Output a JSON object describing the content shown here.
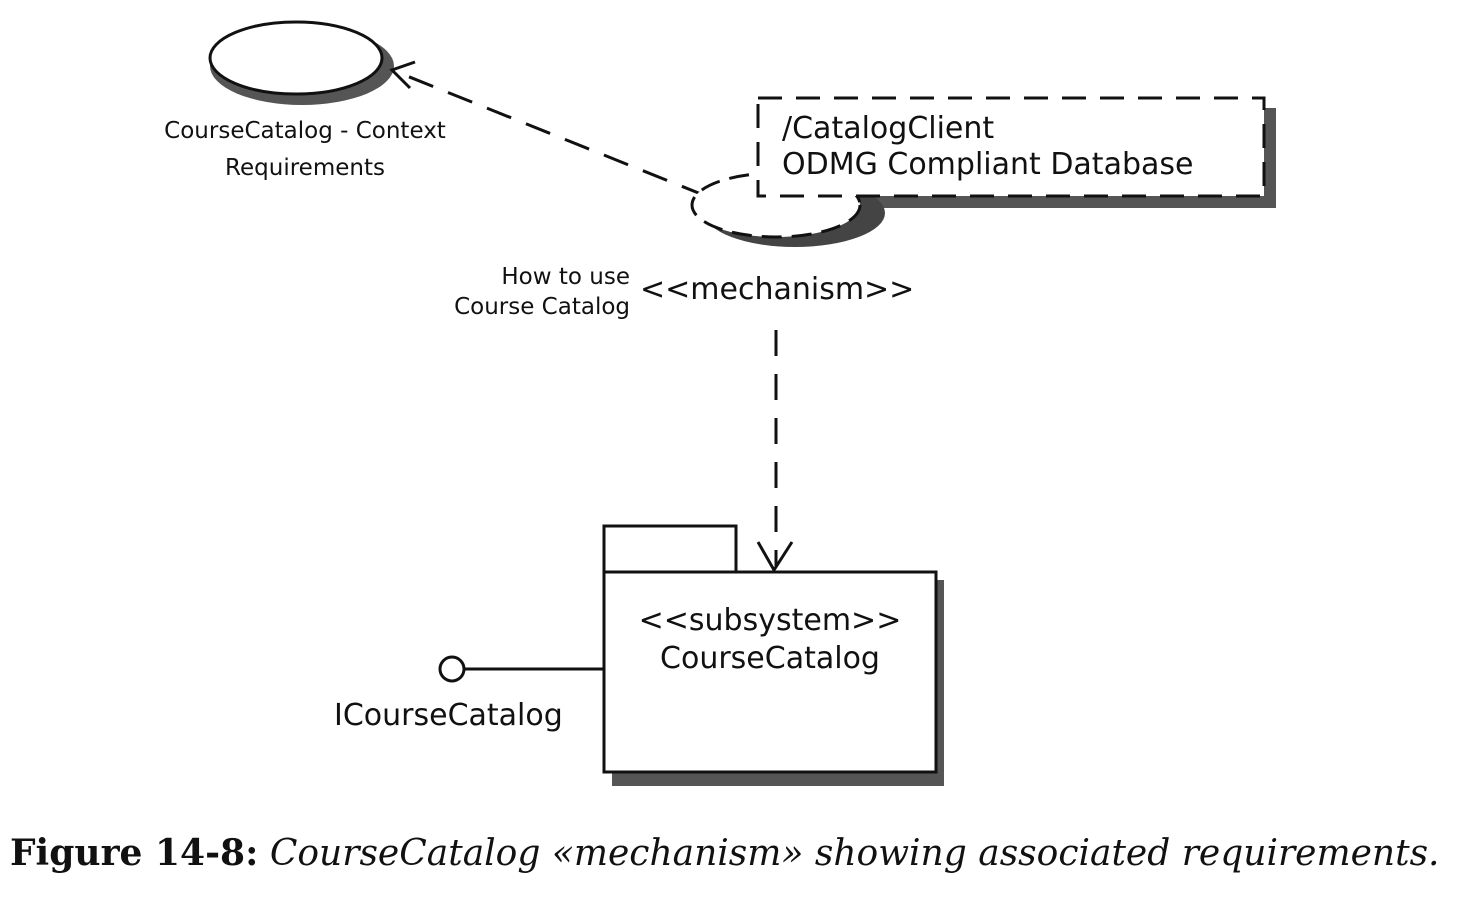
{
  "diagram": {
    "use_case": {
      "label_line1": "CourseCatalog - Context",
      "label_line2": "Requirements"
    },
    "collaboration_note": {
      "line1": "/CatalogClient",
      "line2": "ODMG Compliant Database"
    },
    "mechanism": {
      "name_line1": "How to use",
      "name_line2": "Course Catalog",
      "stereotype": "<<mechanism>>"
    },
    "subsystem": {
      "stereotype": "<<subsystem>>",
      "name": "CourseCatalog"
    },
    "interface": {
      "name": "ICourseCatalog"
    }
  },
  "caption": {
    "label": "Figure 14-8:",
    "text": "CourseCatalog «mechanism» showing associated requirements."
  }
}
